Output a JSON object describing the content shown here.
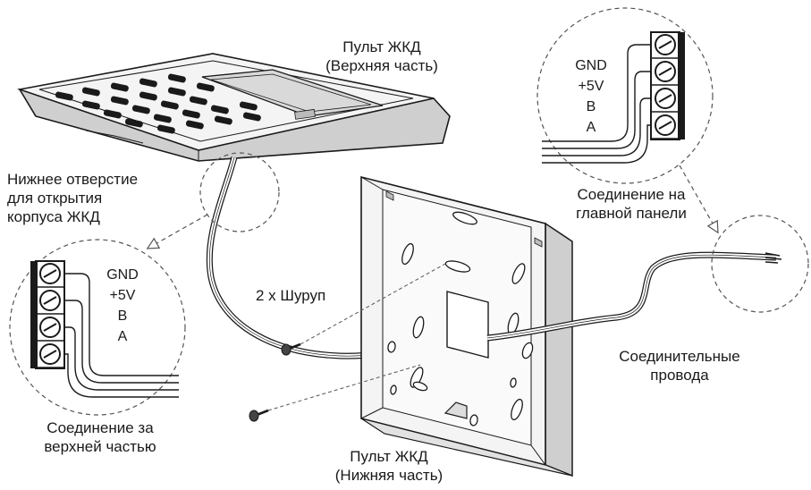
{
  "labels": {
    "top_unit": [
      "Пульт ЖКД",
      "(Верхняя часть)"
    ],
    "bottom_hole": [
      "Нижнее отверстие",
      "для открытия",
      "корпуса ЖКД"
    ],
    "screws": "2 х Шуруп",
    "main_panel_conn": [
      "Соединение на",
      "главной панели"
    ],
    "wires": [
      "Соединительные",
      "провода"
    ],
    "back_conn": [
      "Соединение за",
      "верхней частью"
    ],
    "bottom_unit": [
      "Пульт ЖКД",
      "(Нижняя часть)"
    ]
  },
  "terminals": {
    "left": [
      "GND",
      "+5V",
      "B",
      "A"
    ],
    "right": [
      "GND",
      "+5V",
      "B",
      "A"
    ]
  },
  "colors": {
    "line": "#1a1a1a",
    "panel_face": "#f4f4f4",
    "panel_shade": "#cfcfcf",
    "dashed": "#555555"
  }
}
